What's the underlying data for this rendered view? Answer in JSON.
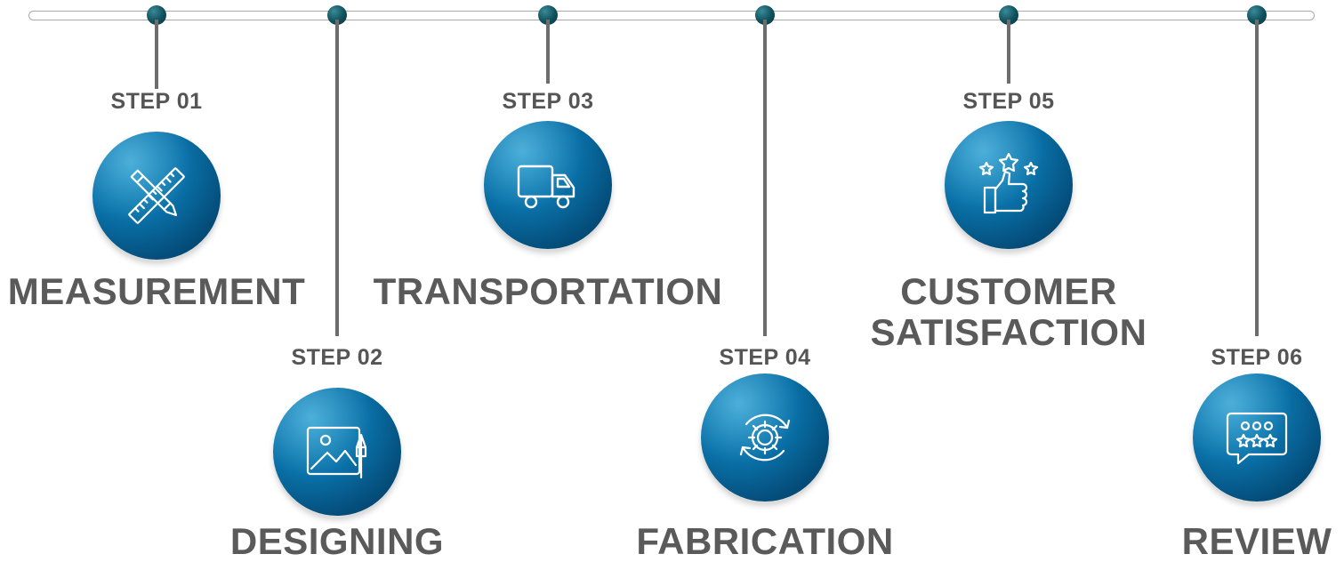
{
  "steps": [
    {
      "step": "STEP 01",
      "title": "MEASUREMENT",
      "icon": "ruler-pencil-icon"
    },
    {
      "step": "STEP 02",
      "title": "DESIGNING",
      "icon": "image-pen-icon"
    },
    {
      "step": "STEP 03",
      "title": "TRANSPORTATION",
      "icon": "delivery-truck-icon"
    },
    {
      "step": "STEP 04",
      "title": "FABRICATION",
      "icon": "gear-cycle-icon"
    },
    {
      "step": "STEP 05",
      "title": "CUSTOMER\nSATISFACTION",
      "icon": "thumbs-up-stars-icon"
    },
    {
      "step": "STEP 06",
      "title": "REVIEW",
      "icon": "rating-chat-icon"
    }
  ],
  "colors": {
    "icon_circle": "#0a71a8",
    "node": "#0f4f5c",
    "text": "#555555",
    "connector": "#6d6d6d"
  }
}
